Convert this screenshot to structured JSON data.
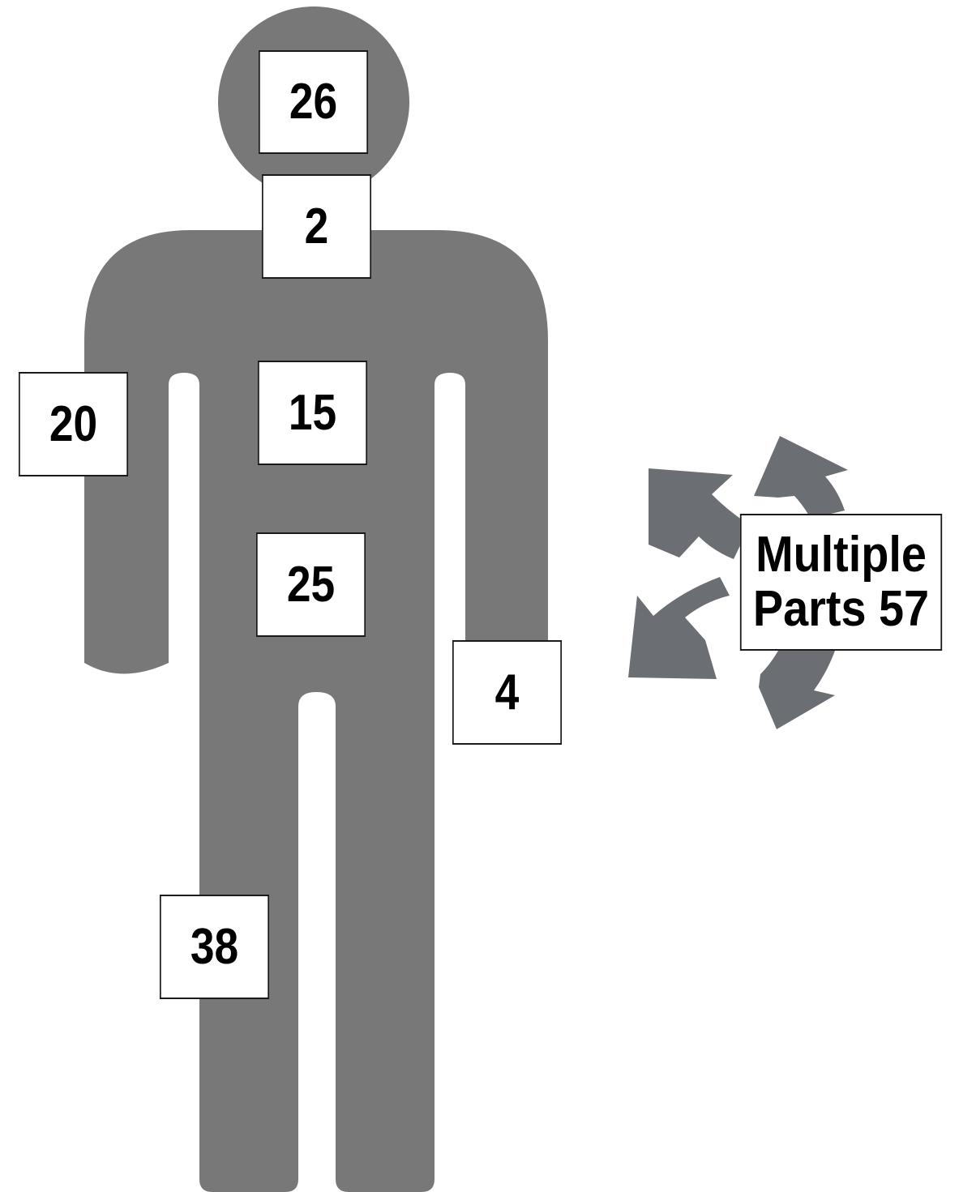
{
  "colors": {
    "figure": "#787878",
    "arrows": "#6b6f73",
    "box_border": "#1a1a1a",
    "box_fill": "#ffffff",
    "text": "#000000"
  },
  "labels": {
    "head": "26",
    "neck": "2",
    "chest": "15",
    "arm": "20",
    "abdomen": "25",
    "hand": "4",
    "leg": "38",
    "multiple_line1": "Multiple",
    "multiple_line2": "Parts 57"
  },
  "icons": {
    "figure": "human-silhouette-icon",
    "arrows": "multi-direction-arrows-icon"
  }
}
